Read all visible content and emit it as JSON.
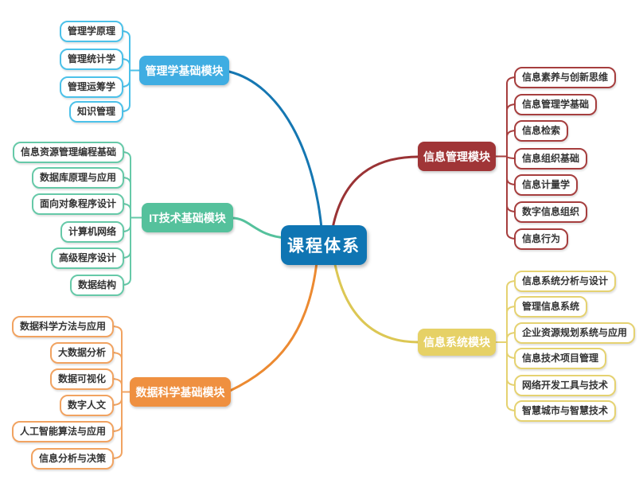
{
  "background": "#ffffff",
  "center": {
    "label": "课程体系",
    "bg": "#0f75b3",
    "text_color": "#ffffff"
  },
  "child_text_color": "#333333",
  "modules": [
    {
      "id": "management-basics",
      "label": "管理学基础模块",
      "color": "#3fade2",
      "line_color": "#1577b2",
      "child_border": "#4cc1e9",
      "children": [
        "管理学原理",
        "管理统计学",
        "管理运筹学",
        "知识管理"
      ]
    },
    {
      "id": "it-basics",
      "label": "IT技术基础模块",
      "color": "#55c19c",
      "line_color": "#55c19c",
      "child_border": "#66c9a8",
      "children": [
        "信息资源管理编程基础",
        "数据库原理与应用",
        "面向对象程序设计",
        "计算机网络",
        "高级程序设计",
        "数据结构"
      ]
    },
    {
      "id": "data-science-basics",
      "label": "数据科学基础模块",
      "color": "#ef9040",
      "line_color": "#ec8a31",
      "child_border": "#f1a361",
      "children": [
        "数据科学方法与应用",
        "大数据分析",
        "数据可视化",
        "数字人文",
        "人工智能算法与应用",
        "信息分析与决策"
      ]
    },
    {
      "id": "info-management",
      "label": "信息管理模块",
      "color": "#a03537",
      "line_color": "#9a3335",
      "child_border": "#a63e3e",
      "children": [
        "信息素养与创新思维",
        "信息管理学基础",
        "信息检索",
        "信息组织基础",
        "信息计量学",
        "数字信息组织",
        "信息行为"
      ]
    },
    {
      "id": "info-systems",
      "label": "信息系统模块",
      "color": "#e6d166",
      "line_color": "#dcc754",
      "child_border": "#e5d271",
      "children": [
        "信息系统分析与设计",
        "管理信息系统",
        "企业资源规划系统与应用",
        "信息技术项目管理",
        "网络开发工具与技术",
        "智慧城市与智慧技术"
      ]
    }
  ]
}
